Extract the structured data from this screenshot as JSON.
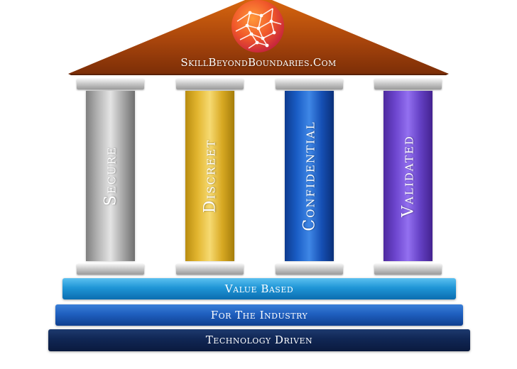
{
  "site": {
    "name": "SkillBeyondBoundaries.Com"
  },
  "pillars": [
    {
      "label": "Secure",
      "color": "#b5b5b5"
    },
    {
      "label": "Discreet",
      "color": "#e3b630"
    },
    {
      "label": "Confidential",
      "color": "#1a5ec6"
    },
    {
      "label": "Validated",
      "color": "#6d46cf"
    }
  ],
  "foundation": [
    {
      "label": "Value Based",
      "color": "#1f95d6"
    },
    {
      "label": "For The Industry",
      "color": "#1f5fbf"
    },
    {
      "label": "Technology Driven",
      "color": "#102654"
    }
  ],
  "roof": {
    "color": "#a8450c",
    "logo_icon": "circuit-globe-icon"
  }
}
